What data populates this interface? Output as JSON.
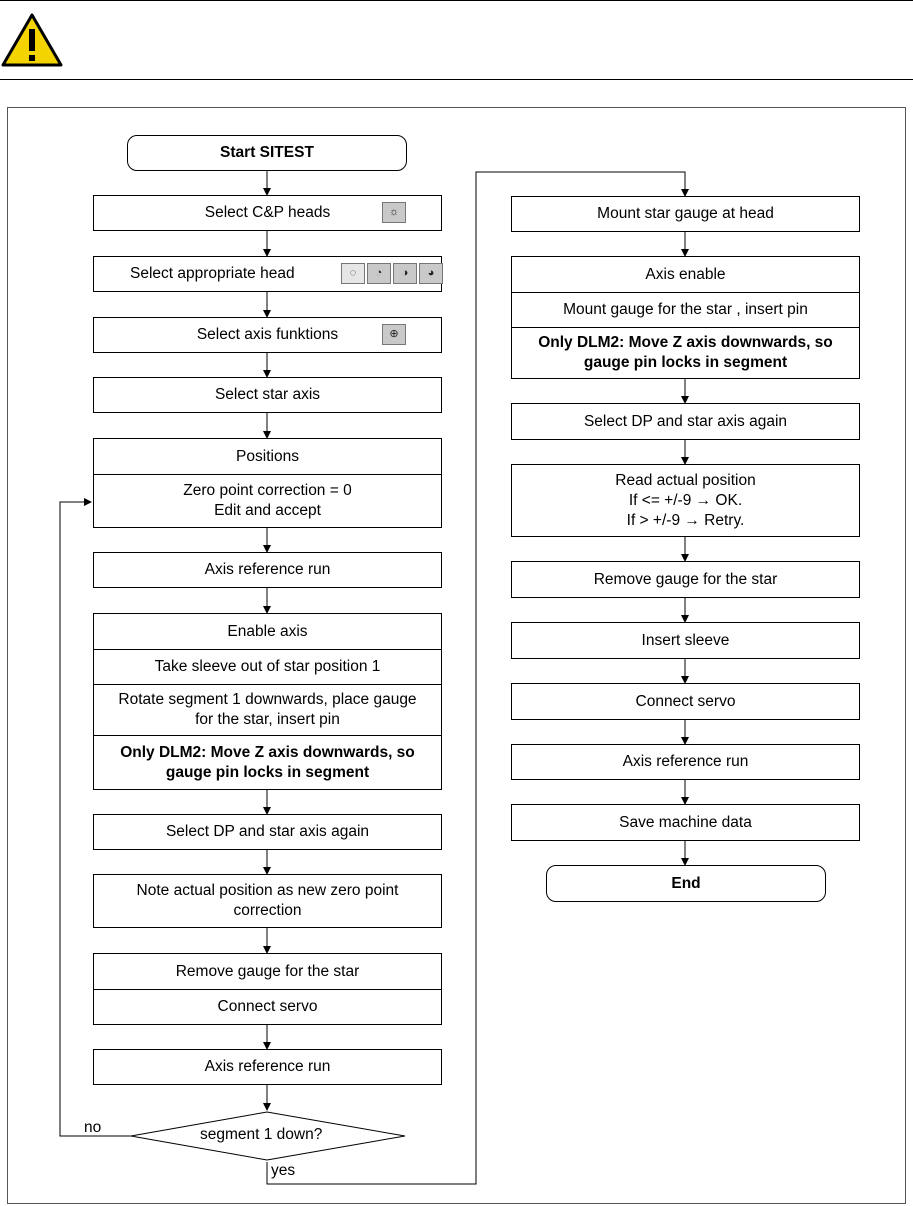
{
  "header": {
    "warning_icon": "warning-triangle-icon"
  },
  "left": {
    "start": "Start SITEST",
    "select_heads": "Select C&P heads",
    "select_head": "Select appropriate head",
    "select_axis_functions": "Select axis funktions",
    "select_star_axis": "Select star axis",
    "positions": "Positions",
    "zero_point_1": "Zero point correction = 0",
    "zero_point_2": "Edit and accept",
    "axis_ref_1": "Axis reference run",
    "enable_axis": "Enable axis",
    "take_sleeve": "Take sleeve out of star position 1",
    "rotate_1": "Rotate segment 1 downwards, place gauge",
    "rotate_2": "for the star, insert pin",
    "dlm2_1": "Only DLM2: Move Z axis downwards, so",
    "dlm2_2": "gauge pin locks in segment",
    "select_dp": "Select DP and star axis again",
    "note_1": "Note actual position as new zero point",
    "note_2": "correction",
    "remove_gauge": "Remove gauge for the star",
    "connect_servo": "Connect servo",
    "axis_ref_2": "Axis reference run",
    "decision": "segment 1 down?",
    "no": "no",
    "yes": "yes"
  },
  "right": {
    "mount_star": "Mount star gauge at head",
    "axis_enable": "Axis enable",
    "mount_gauge": "Mount gauge for the star , insert pin",
    "dlm2_1": "Only DLM2: Move Z axis downwards, so",
    "dlm2_2": "gauge pin locks in segment",
    "select_dp": "Select DP and star axis again",
    "read_1": "Read actual position",
    "read_2": "If <= +/-9 → OK.",
    "read_3": "If > +/-9 → Retry.",
    "remove_gauge": "Remove gauge for the star",
    "insert_sleeve": "Insert sleeve",
    "connect_servo": "Connect servo",
    "axis_ref": "Axis reference run",
    "save": "Save machine data",
    "end": "End"
  }
}
